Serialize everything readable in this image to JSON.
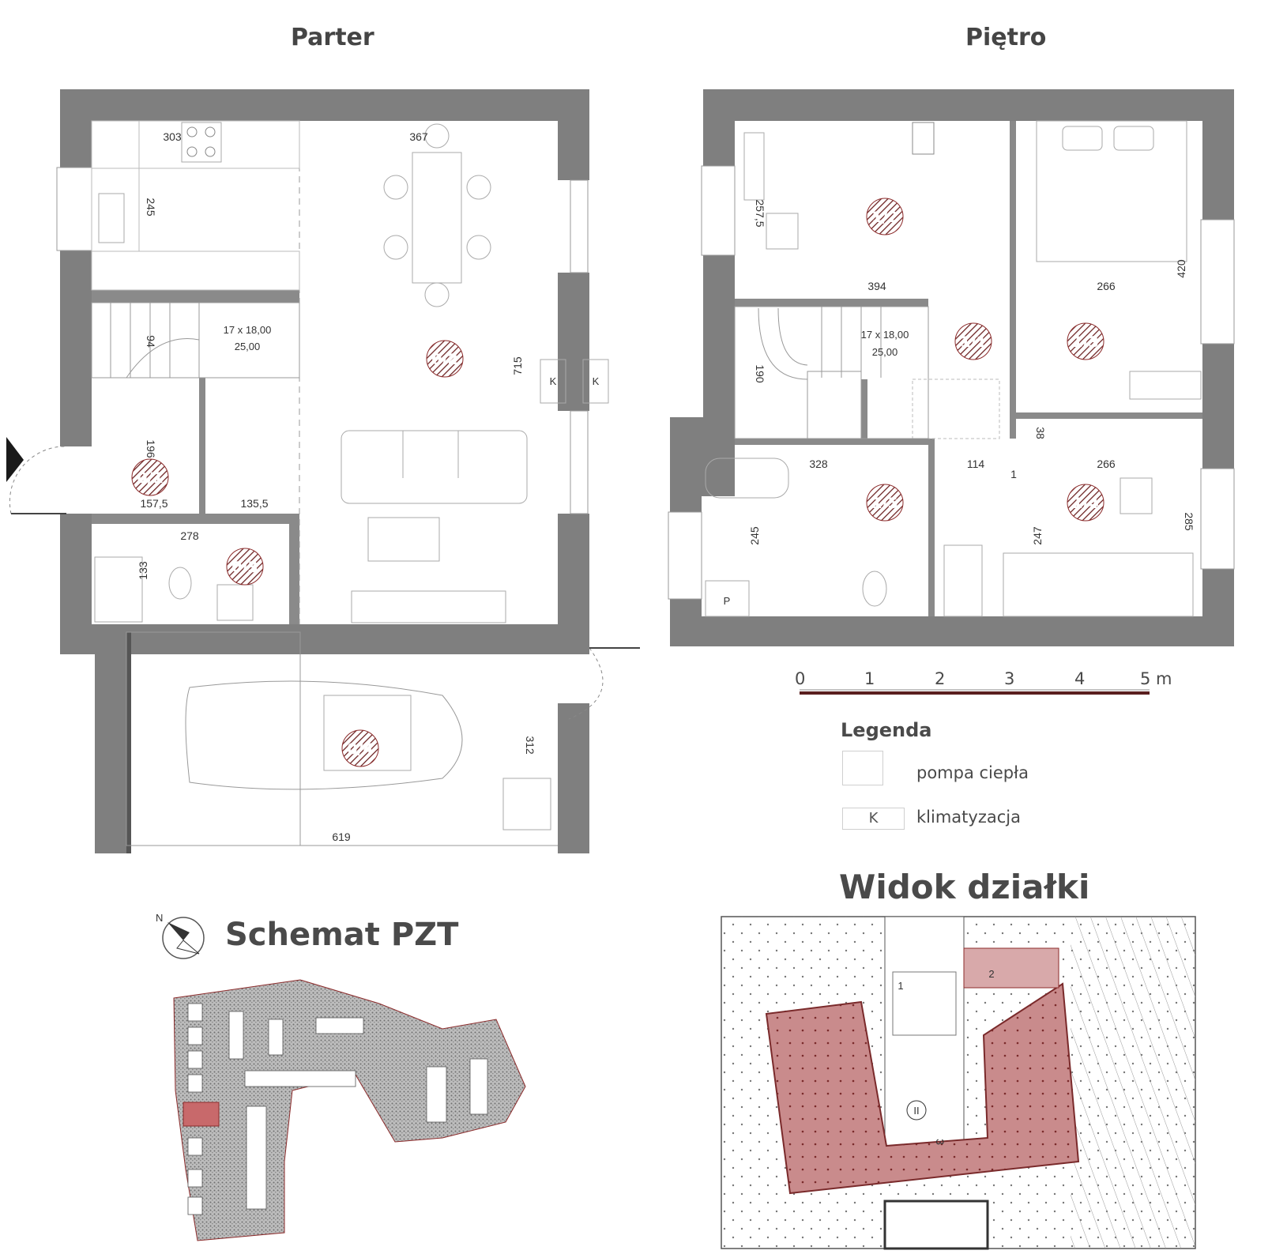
{
  "titles": {
    "ground_floor": "Parter",
    "upper_floor": "Piętro",
    "site_plan": "Schemat PZT",
    "plot_view": "Widok działki"
  },
  "legend": {
    "title": "Legenda",
    "heat_pump": "pompa ciepła",
    "ac": "klimatyzacja",
    "ac_symbol": "K"
  },
  "scale": {
    "ticks": [
      "0",
      "1",
      "2",
      "3",
      "4",
      "5 m"
    ]
  },
  "compass": {
    "north": "N"
  },
  "ground_floor": {
    "rooms": [
      "0/1",
      "0/2",
      "0/3",
      "0/4"
    ],
    "dimensions": {
      "kitchen_w": "303",
      "dining_w": "367",
      "kitchen_d": "245",
      "stair_d": "94",
      "living_d": "715",
      "hall_w1": "157,5",
      "hall_w2": "135,5",
      "hall_d": "196",
      "bath_w": "278",
      "bath_d": "133",
      "garage_d": "312",
      "garage_w": "619"
    },
    "stairs": {
      "line1": "17 x 18,00",
      "line2": "25,00"
    },
    "ac_units": [
      "K",
      "K"
    ]
  },
  "upper_floor": {
    "rooms": [
      "1/1",
      "1/2",
      "1/3",
      "1/4",
      "1/5"
    ],
    "dimensions": {
      "room12_d": "257,5",
      "room12_w": "394",
      "room13_w": "266",
      "room13_d": "420",
      "stair_d": "190",
      "d38": "38",
      "bath_w": "328",
      "hall_w": "114",
      "room14_w": "266",
      "bath_d": "245",
      "hall_d": "247",
      "room14_d": "285",
      "d1": "1"
    },
    "stairs": {
      "line1": "17 x 18,00",
      "line2": "25,00"
    },
    "utility": "P"
  },
  "plot": {
    "marks": [
      "II",
      "3",
      "2",
      "1"
    ]
  },
  "colors": {
    "wall": "#7f7f7f",
    "accent": "#8c2b2b",
    "highlight": "#c8696b"
  }
}
